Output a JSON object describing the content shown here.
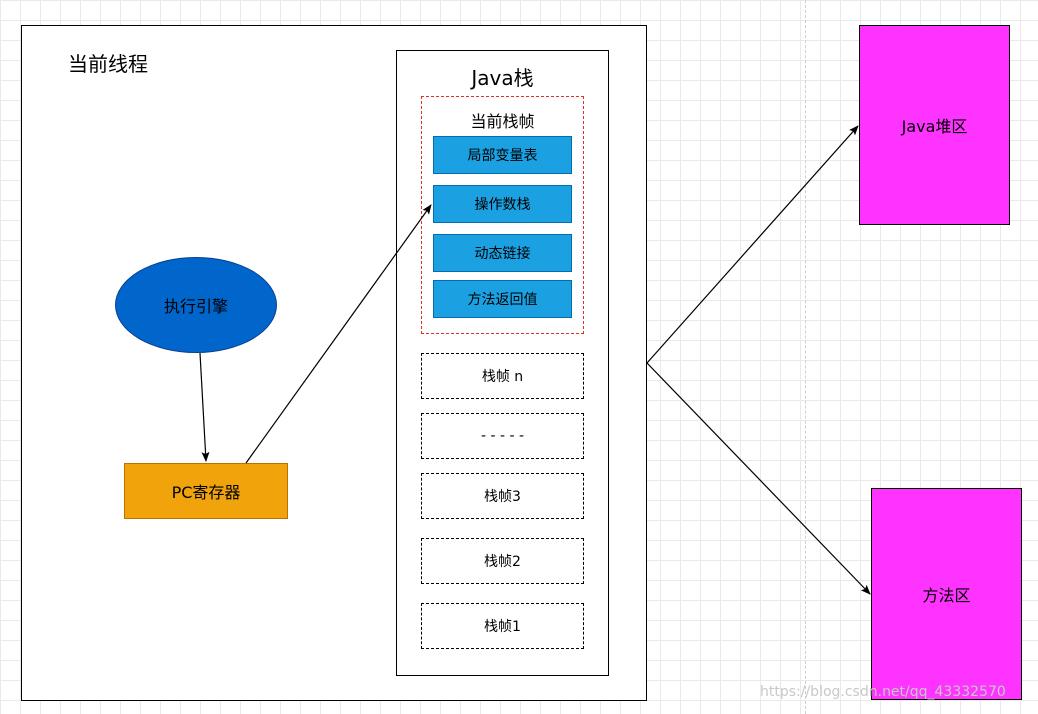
{
  "thread": {
    "title": "当前线程"
  },
  "java_stack": {
    "title": "Java栈",
    "current_frame": {
      "title": "当前栈帧",
      "components": [
        "局部变量表",
        "操作数栈",
        "动态链接",
        "方法返回值"
      ]
    },
    "frames": [
      "栈帧 n",
      "- - - - -",
      "栈帧3",
      "栈帧2",
      "栈帧1"
    ]
  },
  "execution_engine": {
    "label": "执行引擎"
  },
  "pc_register": {
    "label": "PC寄存器"
  },
  "java_heap": {
    "label": "Java堆区"
  },
  "method_area": {
    "label": "方法区"
  },
  "watermark": {
    "text": "https://blog.csdn.net/qq_43332570"
  },
  "colors": {
    "component_fill": "#1ba1e2",
    "engine_fill": "#0066cc",
    "pc_fill": "#f0a30a",
    "area_fill": "#ff33ff",
    "current_frame_border": "#e0302a"
  }
}
